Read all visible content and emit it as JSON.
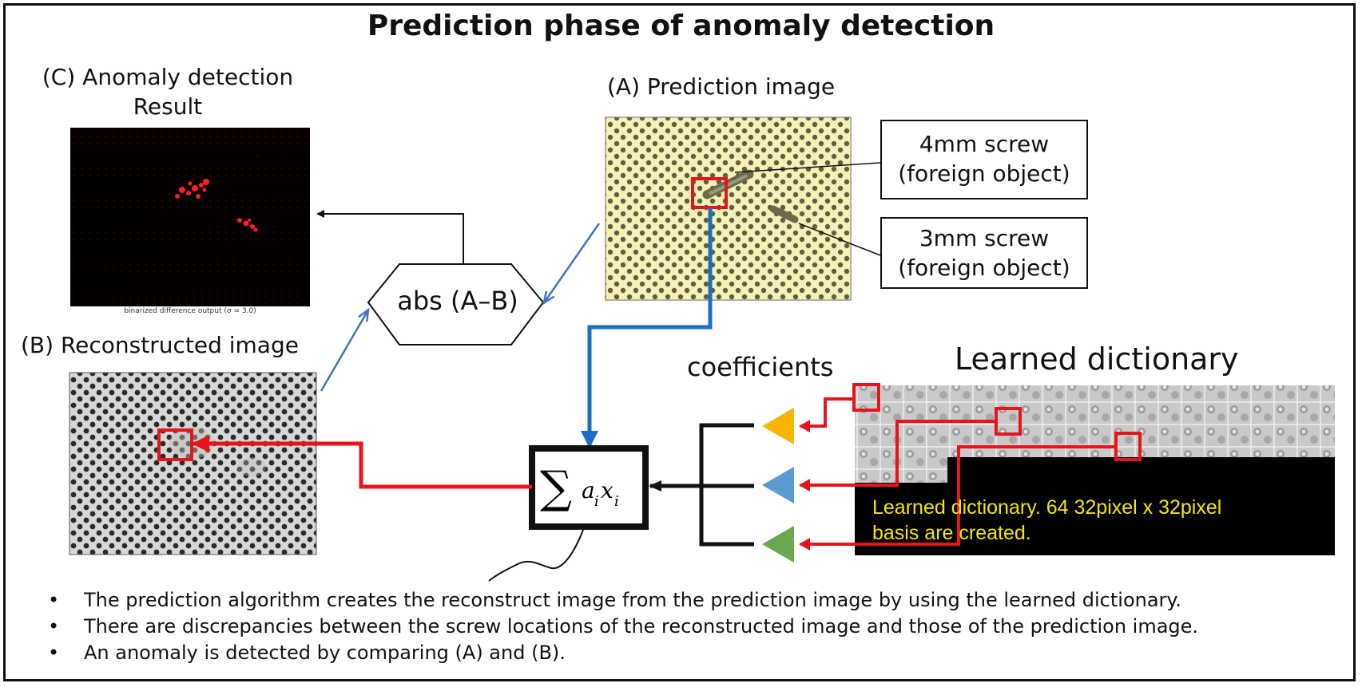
{
  "title": "Prediction phase of anomaly detection",
  "result": {
    "label_line1": "(C) Anomaly detection",
    "label_line2": "Result",
    "caption": "binarized difference output (σ = 3.0)"
  },
  "prediction": {
    "label": "(A) Prediction image"
  },
  "reconstructed": {
    "label": "(B) Reconstructed image"
  },
  "callouts": [
    {
      "line1": "4mm screw",
      "line2": "(foreign object)"
    },
    {
      "line1": "3mm screw",
      "line2": "(foreign object)"
    }
  ],
  "operation": {
    "label": "abs (A–B)"
  },
  "coefficients": {
    "label": "coefficients"
  },
  "dictionary": {
    "title": "Learned dictionary",
    "text_line1": "Learned dictionary. 64 32pixel x 32pixel",
    "text_line2": "basis are created."
  },
  "colors": {
    "red": "#e8141b",
    "blue_arrow": "#1a6fc4",
    "light_blue_arrow": "#4472c4",
    "triangle_yellow": "#f7b500",
    "triangle_blue": "#5b9bd5",
    "triangle_green": "#6aa84f",
    "dict_text": "#f5e600"
  },
  "bullets": [
    "The prediction algorithm creates the reconstruct image from the prediction image by using the learned dictionary.",
    "There are discrepancies between the screw locations of the reconstructed image and those of the prediction image.",
    "An anomaly is detected by comparing (A) and (B)."
  ]
}
